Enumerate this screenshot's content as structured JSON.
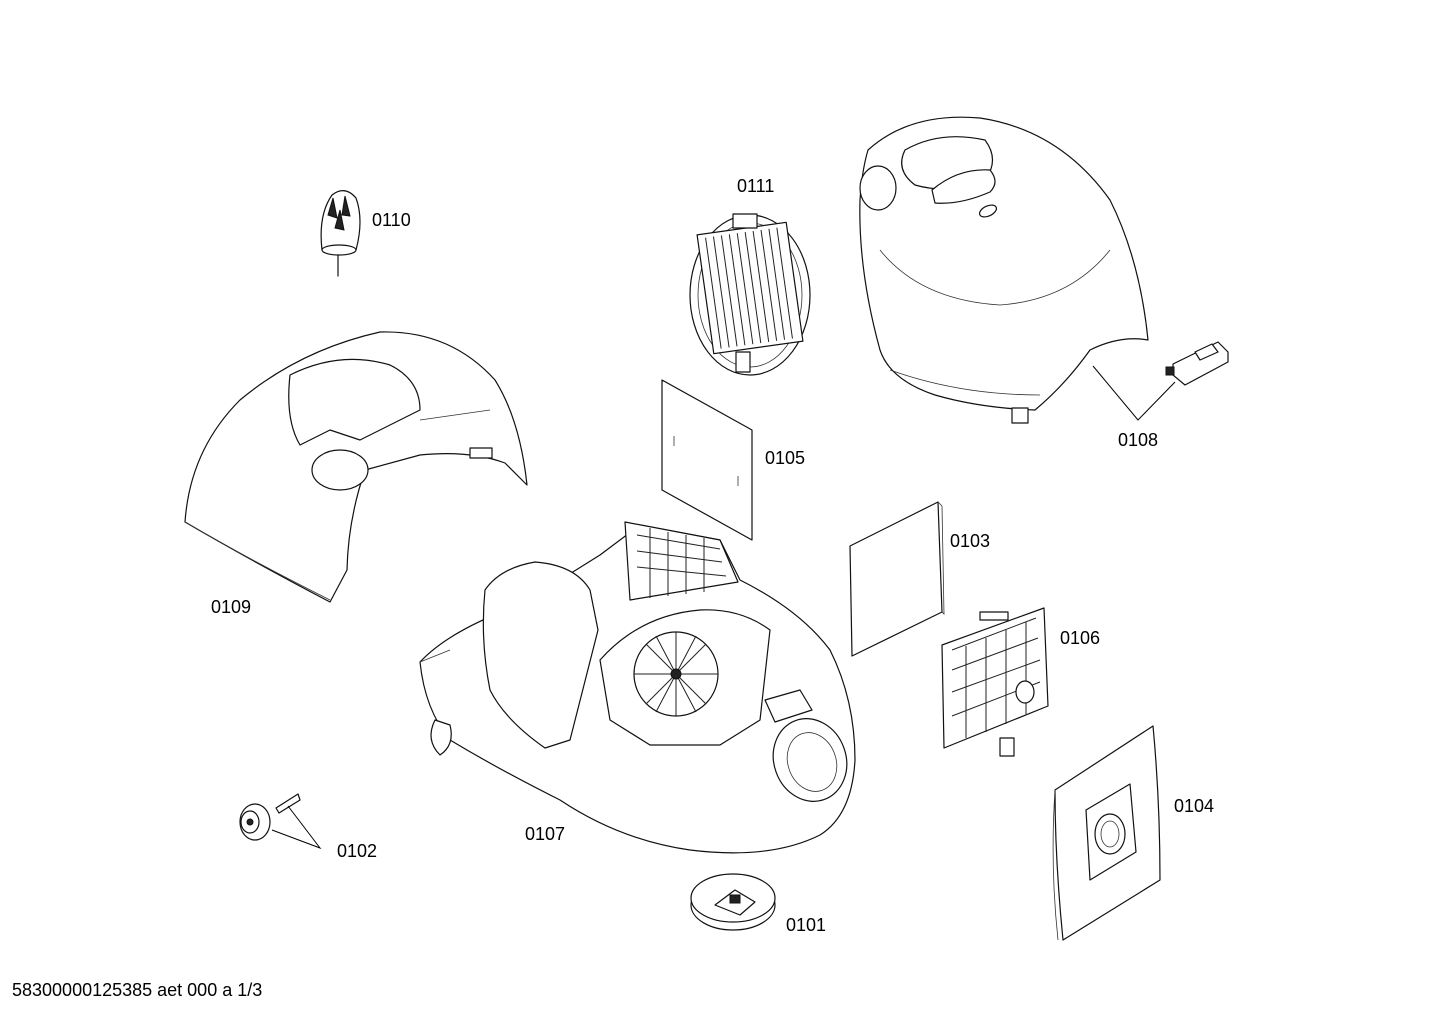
{
  "diagram": {
    "part_labels": {
      "p0101": "0101",
      "p0102": "0102",
      "p0103": "0103",
      "p0104": "0104",
      "p0105": "0105",
      "p0106": "0106",
      "p0107": "0107",
      "p0108": "0108",
      "p0109": "0109",
      "p0110": "0110",
      "p0111": "0111"
    },
    "footer": "58300000125385 aet 000 a 1/3"
  }
}
